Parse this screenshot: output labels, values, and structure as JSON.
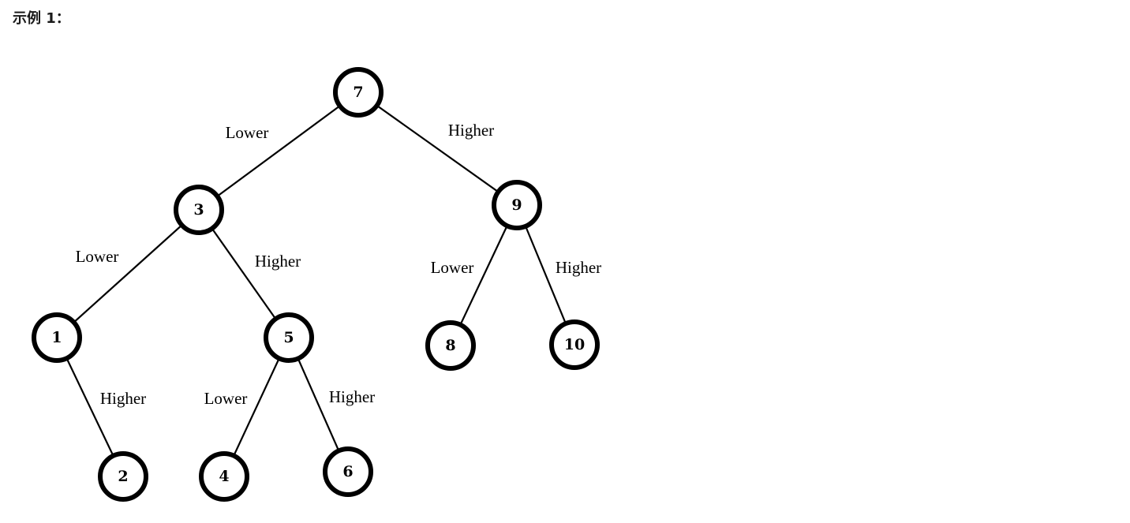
{
  "heading": "示例 1：",
  "tree": {
    "nodes": [
      {
        "id": "n7",
        "label": "7"
      },
      {
        "id": "n3",
        "label": "3"
      },
      {
        "id": "n9",
        "label": "9"
      },
      {
        "id": "n1",
        "label": "1"
      },
      {
        "id": "n5",
        "label": "5"
      },
      {
        "id": "n8",
        "label": "8"
      },
      {
        "id": "n10",
        "label": "10"
      },
      {
        "id": "n2",
        "label": "2"
      },
      {
        "id": "n4",
        "label": "4"
      },
      {
        "id": "n6",
        "label": "6"
      }
    ],
    "edges": [
      {
        "from": "n7",
        "to": "n3",
        "label": "Lower"
      },
      {
        "from": "n7",
        "to": "n9",
        "label": "Higher"
      },
      {
        "from": "n3",
        "to": "n1",
        "label": "Lower"
      },
      {
        "from": "n3",
        "to": "n5",
        "label": "Higher"
      },
      {
        "from": "n9",
        "to": "n8",
        "label": "Lower"
      },
      {
        "from": "n9",
        "to": "n10",
        "label": "Higher"
      },
      {
        "from": "n1",
        "to": "n2",
        "label": "Higher"
      },
      {
        "from": "n5",
        "to": "n4",
        "label": "Lower"
      },
      {
        "from": "n5",
        "to": "n6",
        "label": "Higher"
      }
    ]
  }
}
